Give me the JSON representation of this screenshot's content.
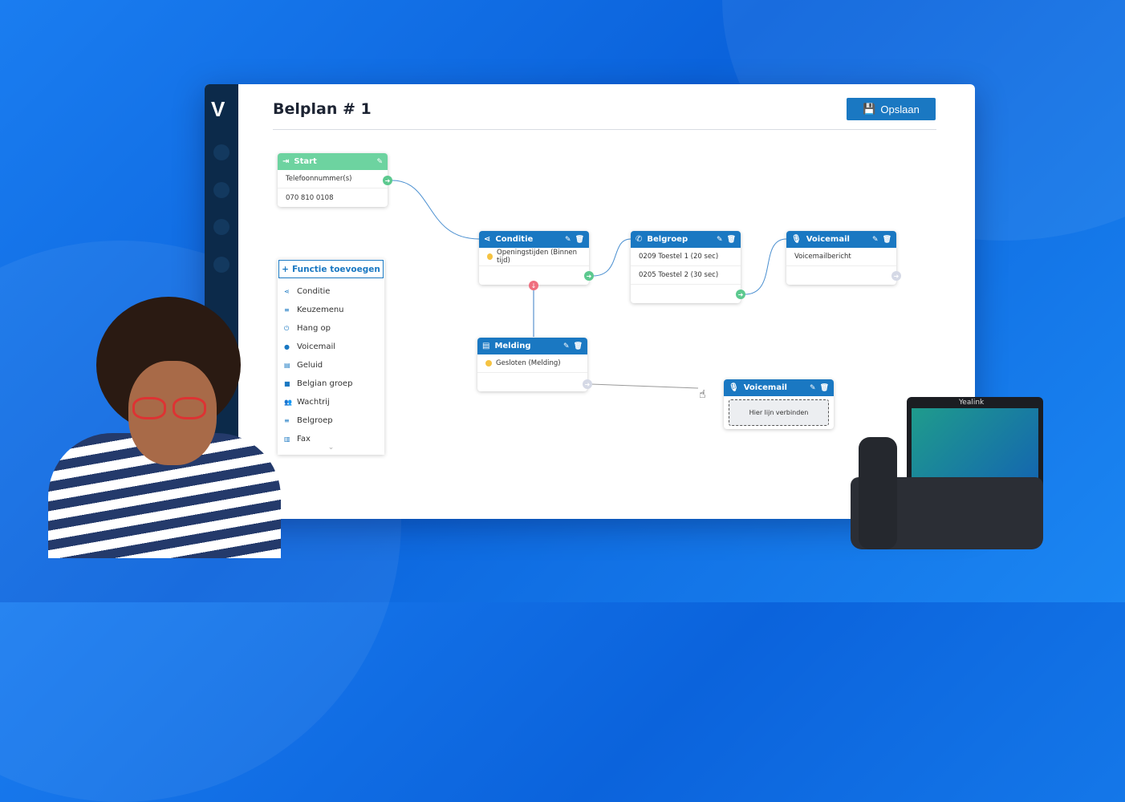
{
  "app": {
    "logo": "V",
    "title": "Belplan # 1",
    "save_label": "Opslaan"
  },
  "nodes": {
    "start": {
      "title": "Start",
      "rows": [
        "Telefoonnummer(s)",
        "070 810 0108"
      ]
    },
    "conditie": {
      "title": "Conditie",
      "rows": [
        "Openingstijden (Binnen tijd)"
      ]
    },
    "belgroep": {
      "title": "Belgroep",
      "rows": [
        "0209 Toestel 1 (20 sec)",
        "0205 Toestel 2 (30 sec)"
      ]
    },
    "voicemail1": {
      "title": "Voicemail",
      "rows": [
        "Voicemailbericht"
      ]
    },
    "melding": {
      "title": "Melding",
      "rows": [
        "Gesloten (Melding)"
      ]
    },
    "voicemail2": {
      "title": "Voicemail",
      "drop": "Hier lijn verbinden"
    }
  },
  "menu": {
    "add_label": "Functie toevoegen",
    "items": [
      "Conditie",
      "Keuzemenu",
      "Hang op",
      "Voicemail",
      "Geluid",
      "Belgian groep",
      "Wachtrij",
      "Belgroep",
      "Fax"
    ]
  },
  "phone": {
    "brand": "Yealink"
  },
  "colors": {
    "accent": "#1a78c2",
    "start": "#6dd3a0",
    "sidebar": "#0c2a4a",
    "port_ok": "#5cc98f",
    "port_fail": "#ef6f7f"
  }
}
